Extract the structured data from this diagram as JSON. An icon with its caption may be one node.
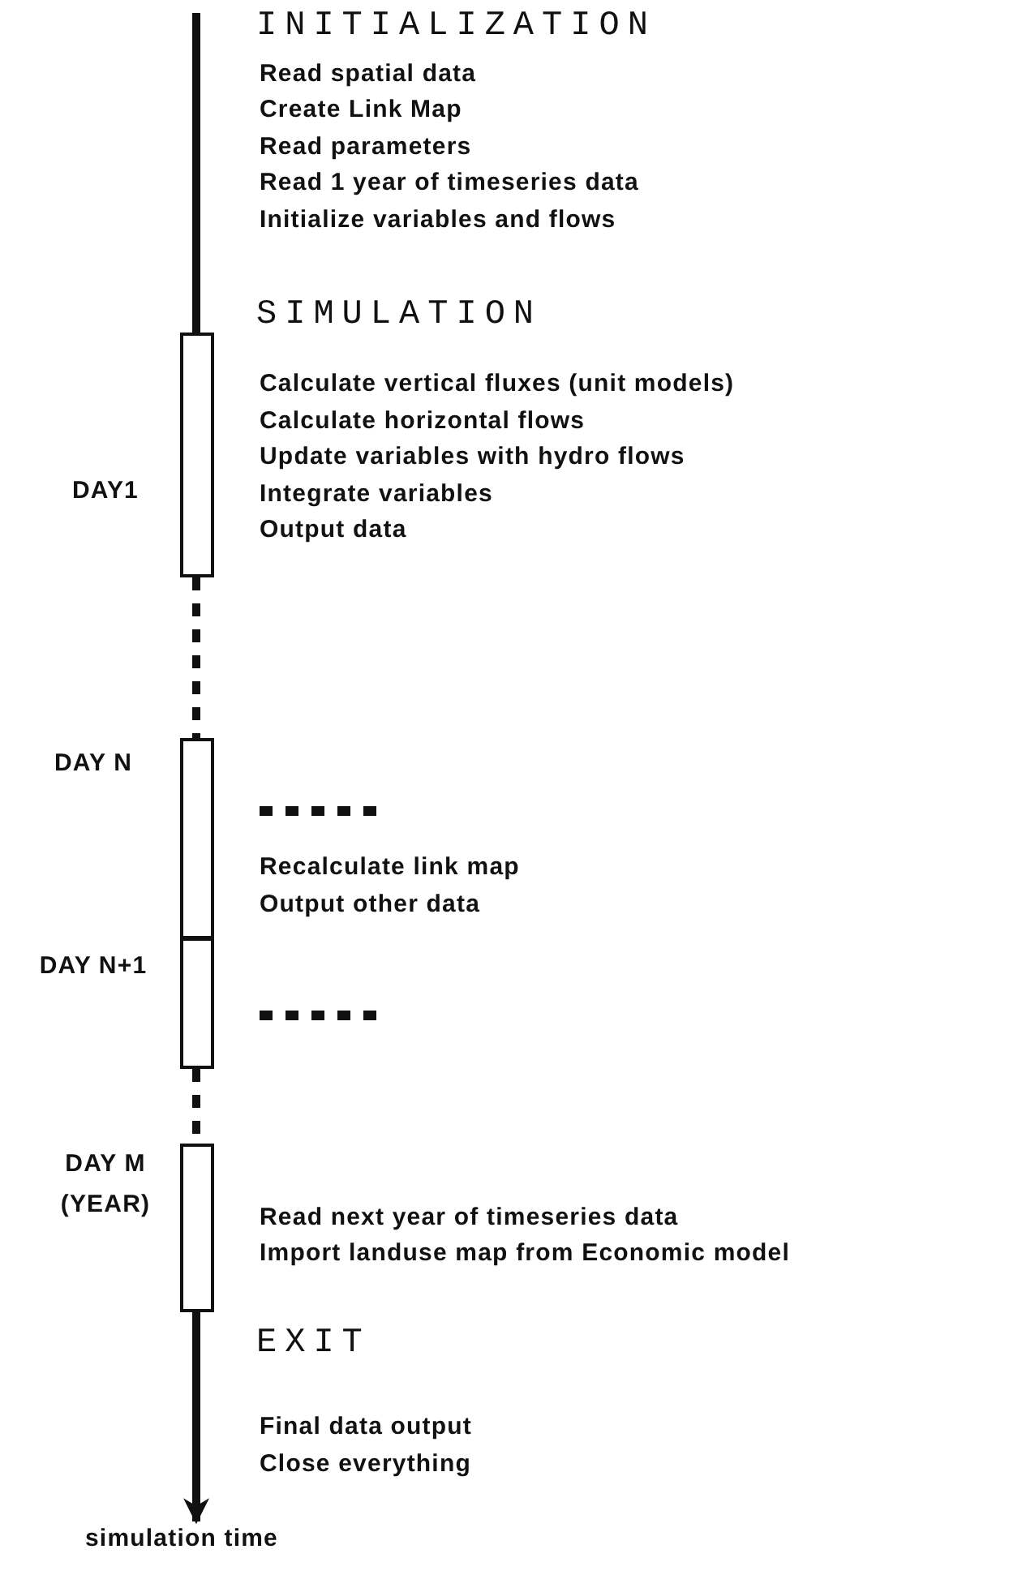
{
  "diagram": {
    "nodes": [
      {
        "text": [],
        "shape": "bar",
        "beside": [
          "DAY1"
        ]
      },
      {
        "text": [],
        "shape": "bar",
        "beside": [
          "DAY N"
        ]
      },
      {
        "text": [],
        "shape": "bar",
        "beside": [
          "DAY N+1"
        ]
      },
      {
        "text": [],
        "shape": "bar",
        "beside": [
          "DAY M (YEAR)"
        ]
      },
      {
        "text": [
          "simulation time"
        ]
      }
    ],
    "edges": [
      {
        "from": null,
        "to": 0,
        "arrow": "none"
      },
      {
        "from": 0,
        "to": 1,
        "arrow": "none",
        "style": "dashed"
      },
      {
        "from": 2,
        "to": 3,
        "arrow": "none",
        "style": "dashed"
      },
      {
        "from": 3,
        "to": 4,
        "arrow": "to"
      }
    ],
    "labels": [
      "INITIALIZATION",
      "Read spatial data",
      "Create Link Map",
      "Read parameters",
      "Read 1 year of timeseries data",
      "Initialize variables and flows",
      "SIMULATION",
      "Calculate vertical fluxes (unit models)",
      "Calculate horizontal flows",
      "Update variables with hydro flows",
      "Integrate variables",
      "Output data",
      "Recalculate link map",
      "Output other data",
      "Read next year of timeseries data",
      "Import landuse map from Economic model",
      "EXIT",
      "Final data output",
      "Close everything"
    ]
  }
}
